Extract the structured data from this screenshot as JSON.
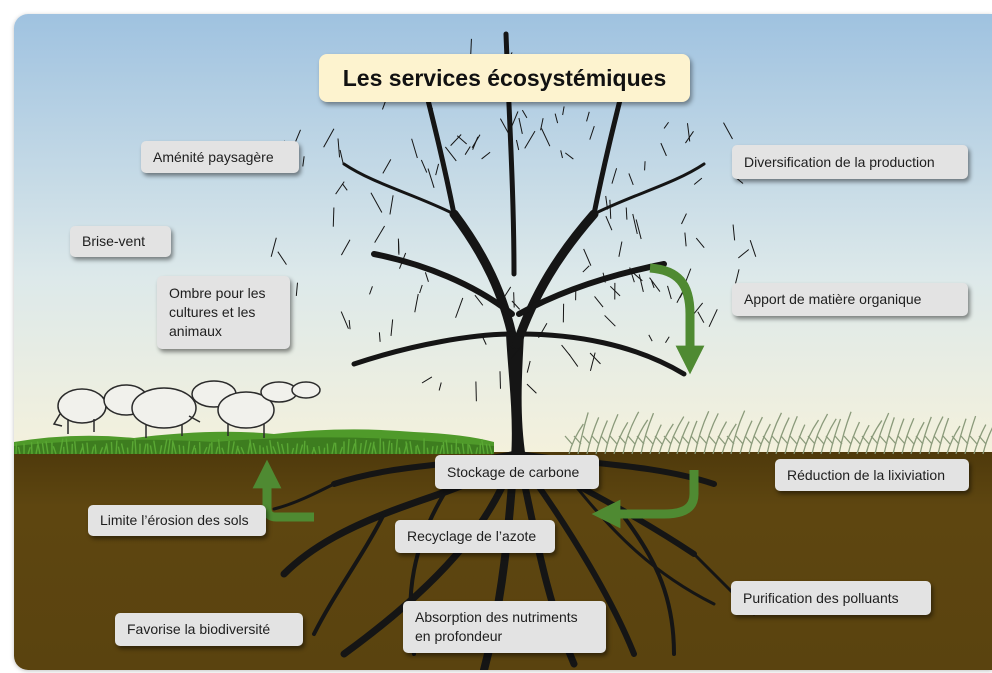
{
  "title": "Les services écosystémiques",
  "services": {
    "amenite": "Aménité paysagère",
    "brise_vent": "Brise-vent",
    "ombre": "Ombre pour les cultures et les animaux",
    "diversification": "Diversification de la production",
    "apport_matiere": "Apport de matière organique",
    "reduction_lixiviation": "Réduction de la lixiviation",
    "stockage_carbone": "Stockage de carbone",
    "recyclage_azote": "Recyclage de l’azote",
    "limite_erosion": "Limite l’érosion des sols",
    "purification": "Purification des polluants",
    "biodiversite": "Favorise la biodiversité",
    "absorption": "Absorption des nutriments en profondeur"
  },
  "colors": {
    "sky_top": "#9fc2e0",
    "sky_bottom": "#f4f1dc",
    "soil": "#5e4610",
    "grass": "#4f9a2a",
    "arrow": "#4f8a32",
    "label_bg": "#e3e3e3",
    "title_bg": "#fdf3cf",
    "tree": "#151515"
  }
}
